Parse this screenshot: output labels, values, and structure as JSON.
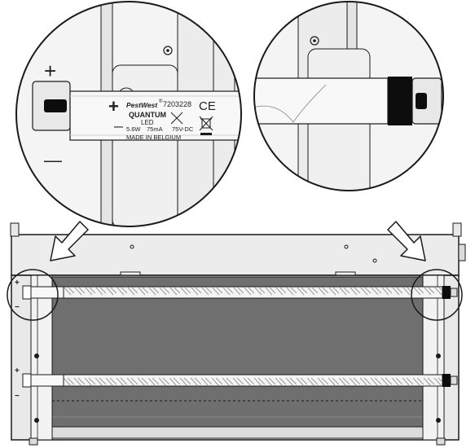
{
  "left_detail": {
    "polarity_plus": "+",
    "polarity_minus": "—",
    "tube_plus": "+",
    "tube_minus": "—",
    "brand": "PestWest",
    "registered_mark": "®",
    "part_number": "7203228",
    "product": "QUANTUM",
    "product_sub": "LED",
    "ce_mark": "CE",
    "watt": "5.6W",
    "current": "75mA",
    "voltage": "75V-DC",
    "origin": "MADE  IN  BELGIUM"
  },
  "unit_labels": {
    "plus": "+",
    "minus": "−"
  },
  "colors": {
    "outline": "#1a1a1a",
    "panel_gray": "#6f6f6f",
    "housing": "#ececec",
    "tube": "#f4f4f4",
    "endcap": "#0d0d0d"
  }
}
